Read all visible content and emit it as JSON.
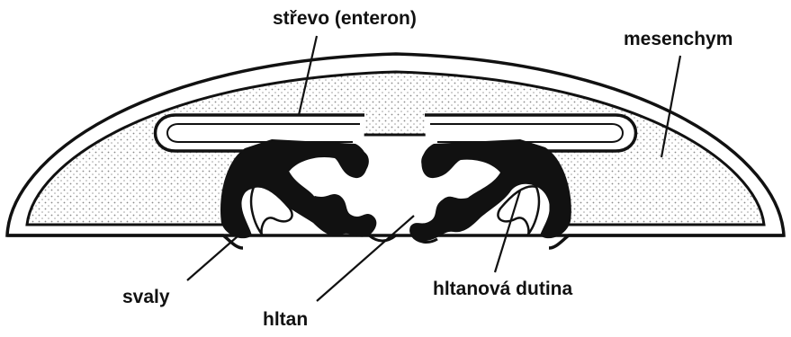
{
  "labels": {
    "enteron": "střevo (enteron)",
    "mesenchyme": "mesenchym",
    "muscles": "svaly",
    "pharynx": "hltan",
    "pharyngeal_cavity": "hltanová dutina"
  },
  "colors": {
    "line": "#111111",
    "fill_black": "#111111",
    "stipple": "#9a9a9a",
    "background": "#ffffff"
  }
}
